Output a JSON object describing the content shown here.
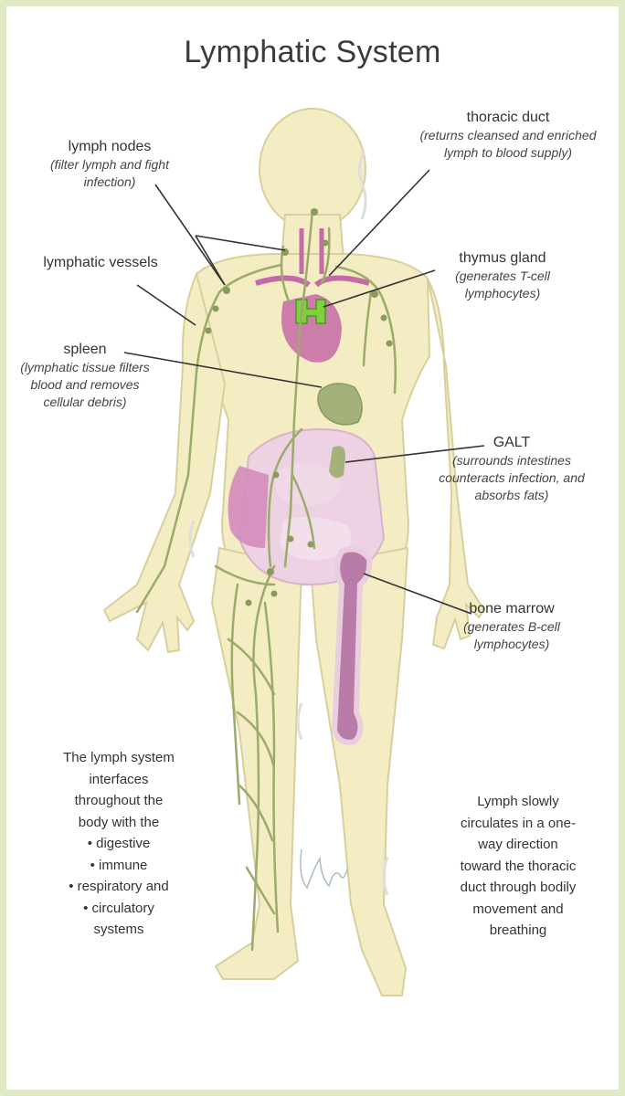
{
  "title": "Lymphatic System",
  "colors": {
    "frame": "#dfeac4",
    "skin": "#f4ecc2",
    "skin_outline": "#d9cf9e",
    "lymph": "#9aab6a",
    "organ_green": "#a2b27a",
    "organ_pink": "#c46aa6",
    "intestine_pink": "#e6bfd9",
    "bone": "#b97ca8",
    "thymus": "#7fcf3f"
  },
  "labels": {
    "lymph_nodes": {
      "name": "lymph nodes",
      "desc": "(filter lymph and fight infection)"
    },
    "lymphatic_vessels": {
      "name": "lymphatic vessels"
    },
    "spleen": {
      "name": "spleen",
      "desc": "(lymphatic tissue filters blood and removes cellular debris)"
    },
    "thoracic_duct": {
      "name": "thoracic duct",
      "desc": "(returns cleansed and enriched lymph to blood supply)"
    },
    "thymus": {
      "name": "thymus gland",
      "desc": "(generates T-cell lymphocytes)"
    },
    "galt": {
      "name": "GALT",
      "desc": "(surrounds intestines counteracts infection, and absorbs fats)"
    },
    "bone_marrow": {
      "name": "bone marrow",
      "desc": "(generates B-cell lymphocytes)"
    }
  },
  "left_note": {
    "intro": "The lymph system interfaces throughout the body with the",
    "items": [
      "digestive",
      "immune",
      "respiratory and",
      "circulatory systems"
    ]
  },
  "right_note": "Lymph slowly circulates in a one-way direction toward the thoracic duct through bodily movement and breathing"
}
